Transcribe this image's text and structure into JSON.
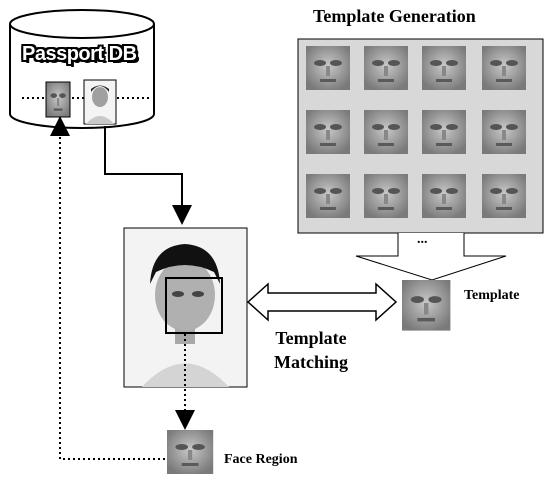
{
  "database": {
    "title": "Passport DB"
  },
  "template_generation": {
    "title": "Template Generation",
    "ellipsis": "..."
  },
  "template": {
    "label": "Template"
  },
  "matching": {
    "line1": "Template",
    "line2": "Matching"
  },
  "face_region": {
    "label": "Face Region"
  },
  "colors": {
    "ink": "#000000",
    "photo_gray": "#9a9a9a",
    "background": "#ffffff"
  }
}
